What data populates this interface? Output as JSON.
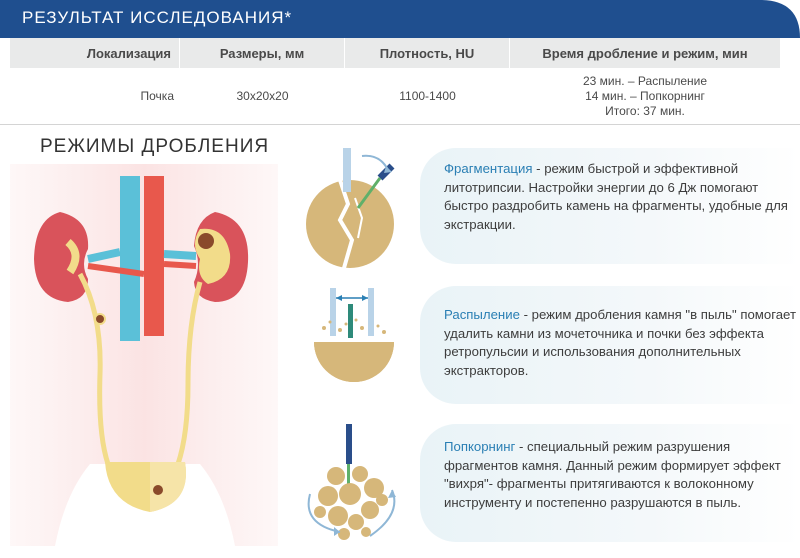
{
  "header": {
    "title": "РЕЗУЛЬТАТ ИССЛЕДОВАНИЯ*"
  },
  "table": {
    "columns": [
      "Локализация",
      "Размеры, мм",
      "Плотность, HU",
      "Время дробление и режим, мин"
    ],
    "row": {
      "location": "Почка",
      "size": "30x20x20",
      "density": "1100-1400",
      "time_lines": [
        "23 мин. – Распыление",
        "14 мин. – Попкорнинг",
        "Итого: 37 мин."
      ]
    }
  },
  "section": {
    "title": "РЕЖИМЫ ДРОБЛЕНИЯ"
  },
  "modes": [
    {
      "term": "Фрагментация",
      "description": " - режим быстрой и эффективной литотрипсии. Настройки энергии до 6 Дж помогают быстро раздробить камень на фрагменты, удобные для экстракции."
    },
    {
      "term": "Распыление",
      "description": " - режим дробления камня \"в пыль\" помогает удалить камни из мочеточника и почки без эффекта ретропульсии и использования дополнительных экстракторов."
    },
    {
      "term": "Попкорнинг",
      "description": " - специальный режим разрушения фрагментов камня. Данный режим формирует эффект \"вихря\"- фрагменты притягиваются к волоконному инструменту и постепенно разрушаются в пыль."
    }
  ],
  "colors": {
    "banner": "#1f4f8f",
    "accent": "#2a7fb4",
    "stone": "#d6b77a",
    "kidney": "#d9535b",
    "vein": "#5bc0d8",
    "artery": "#e8584c",
    "ureter": "#f2dc8a",
    "body": "#fbe3e3"
  },
  "icons": [
    "kidney-anatomy-illustration",
    "fragmentation-icon",
    "dusting-icon",
    "popcorning-icon"
  ]
}
